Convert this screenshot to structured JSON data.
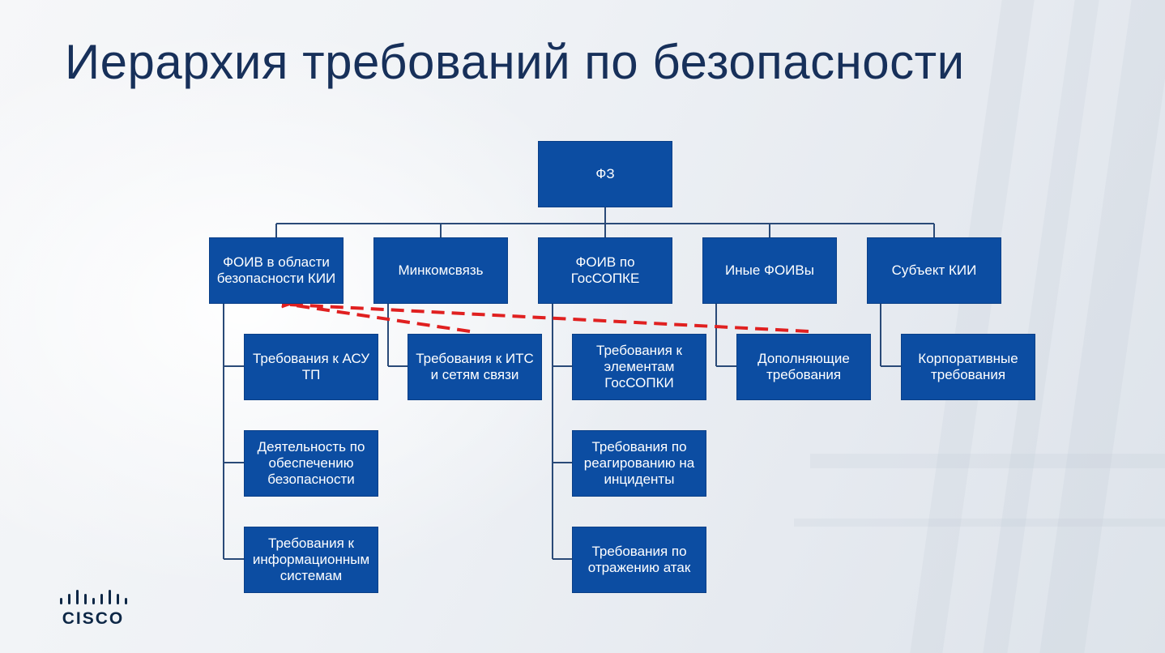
{
  "slide": {
    "title": "Иерархия требований по безопасности",
    "logo_text": "CISCO"
  },
  "diagram": {
    "root": {
      "label": "ФЗ"
    },
    "level1": [
      {
        "label": "ФОИВ в области безопасности КИИ"
      },
      {
        "label": "Минкомсвязь"
      },
      {
        "label": "ФОИВ по ГосСОПКЕ"
      },
      {
        "label": "Иные ФОИВы"
      },
      {
        "label": "Субъект КИИ"
      }
    ],
    "level2": [
      {
        "label": "Требования к АСУ ТП"
      },
      {
        "label": "Деятельность по обеспечению безопасности"
      },
      {
        "label": "Требования к информационным системам"
      },
      {
        "label": "Требования к ИТС и сетям связи"
      },
      {
        "label": "Требования к элементам ГосСОПКИ"
      },
      {
        "label": "Требования по реагированию на инциденты"
      },
      {
        "label": "Требования по отражению атак"
      },
      {
        "label": "Дополняющие требования"
      },
      {
        "label": "Корпоративные требования"
      }
    ]
  },
  "colors": {
    "box_fill": "#0c4da2",
    "connector": "#2a4a78",
    "dashed_arrow": "#e02020",
    "title": "#17305a"
  },
  "icons": {
    "logo": "cisco-bridge-logo-icon"
  }
}
